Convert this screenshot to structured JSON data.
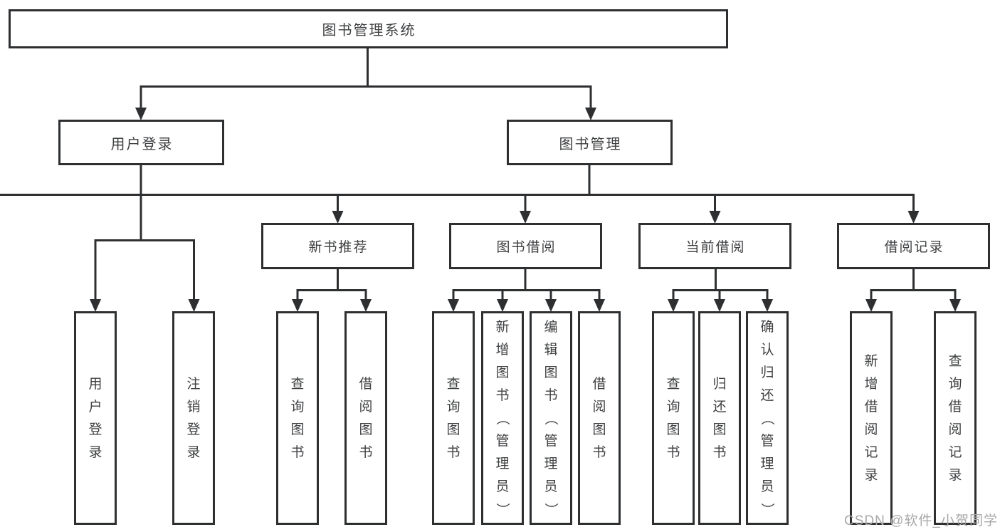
{
  "diagram": {
    "root": {
      "label": "图书管理系统"
    },
    "branches": [
      {
        "label": "用户登录",
        "children": [
          {
            "label": "用户登录"
          },
          {
            "label": "注销登录"
          }
        ]
      },
      {
        "label": "图书管理",
        "children": [
          {
            "label": "新书推荐",
            "children": [
              {
                "label": "查询图书"
              },
              {
                "label": "借阅图书"
              }
            ]
          },
          {
            "label": "图书借阅",
            "children": [
              {
                "label": "查询图书"
              },
              {
                "label": "新增图书（管理员）"
              },
              {
                "label": "编辑图书（管理员）"
              },
              {
                "label": "借阅图书"
              }
            ]
          },
          {
            "label": "当前借阅",
            "children": [
              {
                "label": "查询图书"
              },
              {
                "label": "归还图书"
              },
              {
                "label": "确认归还（管理员）"
              }
            ]
          },
          {
            "label": "借阅记录",
            "children": [
              {
                "label": "新增借阅记录"
              },
              {
                "label": "查询借阅记录"
              }
            ]
          }
        ]
      }
    ]
  },
  "watermark": {
    "text": "CSDN @软件_小贺同学"
  },
  "colors": {
    "line": "#2e2f31",
    "text": "#3f4042",
    "background": "#ffffff",
    "watermark": "#a8a8a8"
  }
}
